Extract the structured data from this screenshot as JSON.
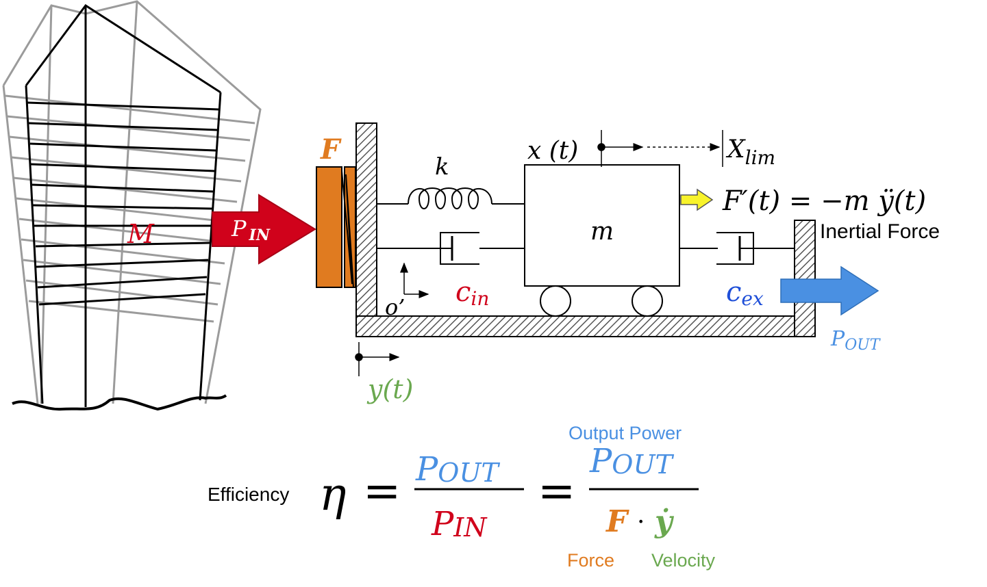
{
  "labels": {
    "building_mass": "M",
    "p_in_arrow": {
      "symbol": "P",
      "sub": "IN"
    },
    "force": "F",
    "spring_k": "k",
    "mass_m": "m",
    "x_t": "x (t)",
    "x_lim": {
      "symbol": "X",
      "sub": "lim"
    },
    "inertial_eq": "F′(t) = −m ÿ(t)",
    "inertial_label": "Inertial Force",
    "c_in": {
      "symbol": "c",
      "sub": "in"
    },
    "c_ex": {
      "symbol": "c",
      "sub": "ex"
    },
    "origin": "o’",
    "y_t": "y(t)",
    "p_out_label": {
      "symbol": "P",
      "sub": "OUT"
    }
  },
  "formula": {
    "efficiency_label": "Efficiency",
    "eta": "η",
    "equals": "=",
    "p_out": {
      "symbol": "P",
      "sub": "OUT"
    },
    "p_in": {
      "symbol": "P",
      "sub": "IN"
    },
    "force_symbol": "F",
    "dot": "·",
    "velocity_symbol": "ẏ",
    "output_power_label": "Output Power",
    "force_label": "Force",
    "velocity_label": "Velocity"
  },
  "colors": {
    "red": "#d0021b",
    "orange": "#e07b20",
    "blue": "#4a90e2",
    "dark_blue": "#1f4fd8",
    "green": "#6aa84f",
    "yellow": "#f8f32b",
    "black": "#000000",
    "gray": "#9b9b9b"
  }
}
